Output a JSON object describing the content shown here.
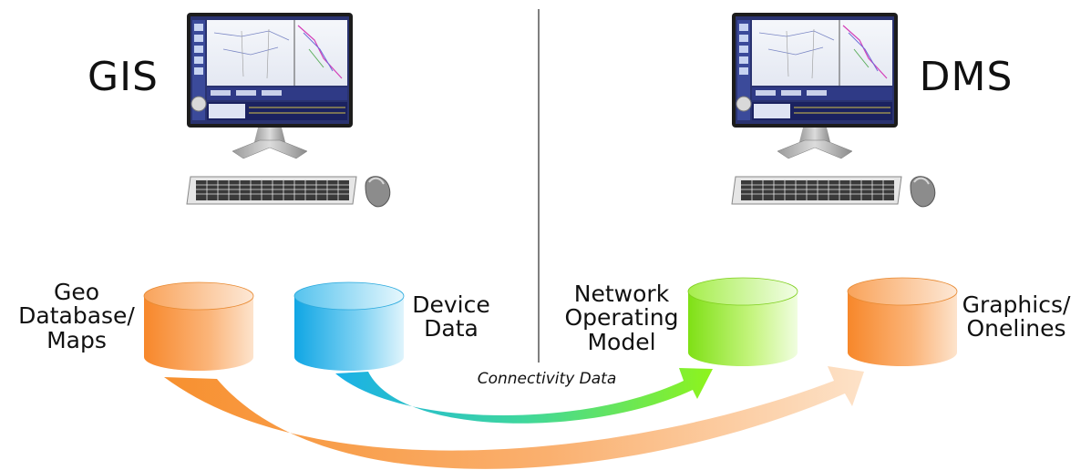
{
  "systems": {
    "left": {
      "label": "GIS",
      "icon": "computer-workstation-icon"
    },
    "right": {
      "label": "DMS",
      "icon": "computer-workstation-icon"
    }
  },
  "databases": {
    "geo": {
      "label_lines": [
        "Geo",
        "Database/",
        "Maps"
      ],
      "color": "#f7953a"
    },
    "device": {
      "label_lines": [
        "Device",
        "Data"
      ],
      "color": "#18b4ec"
    },
    "network": {
      "label_lines": [
        "Network",
        "Operating",
        "Model"
      ],
      "color": "#8fe81c"
    },
    "graphics": {
      "label_lines": [
        "Graphics/",
        "Onelines"
      ],
      "color": "#f7953a"
    }
  },
  "flows": {
    "connectivity": {
      "label": "Connectivity Data",
      "from_color": "#1fb8e6",
      "to_color": "#8fef1e"
    },
    "graphics": {
      "from_color": "#f7953a",
      "to_color": "#fcd9b6"
    }
  },
  "colors": {
    "divider": "#555555",
    "monitor_screen": "#2a3370"
  }
}
